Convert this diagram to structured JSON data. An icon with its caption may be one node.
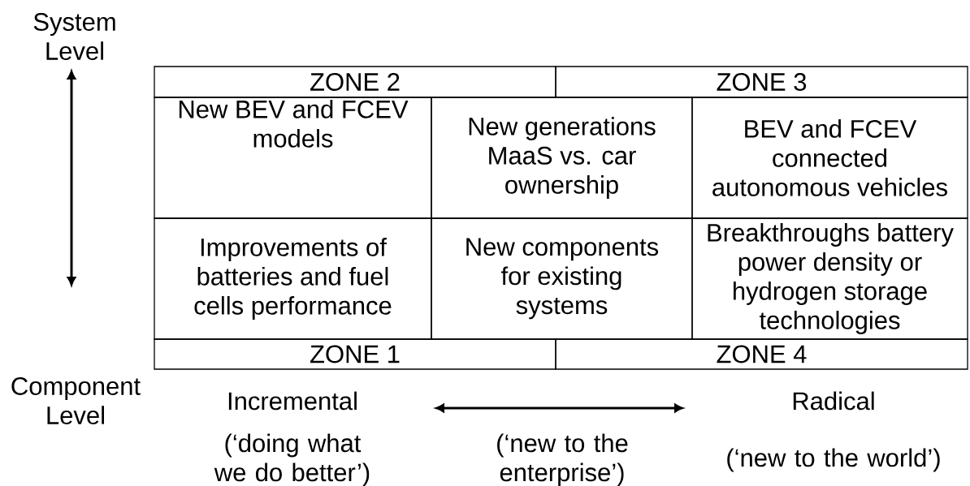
{
  "diagram": {
    "nodes": [
      {
        "text": [
          "ZONE 2"
        ]
      },
      {
        "text": [
          "ZONE 3"
        ]
      },
      {
        "text": [
          "New BEV and FCEV models"
        ]
      },
      {
        "text": [
          "New generations MaaS vs. car ownership"
        ]
      },
      {
        "text": [
          "BEV and FCEV connected autonomous vehicles"
        ]
      },
      {
        "text": [
          "Improvements of batteries and fuel cells performance"
        ]
      },
      {
        "text": [
          "New components for existing systems"
        ]
      },
      {
        "text": [
          "Breakthroughs battery power density or hydrogen storage technologies"
        ]
      },
      {
        "text": [
          "ZONE 1"
        ]
      },
      {
        "text": [
          "ZONE 4"
        ]
      }
    ],
    "labels": [
      "System Level",
      "Component Level",
      "Incremental",
      "Radical",
      "(‘doing what we do better’)",
      "(‘new to the enterprise’)",
      "(‘new to the world’)"
    ]
  }
}
